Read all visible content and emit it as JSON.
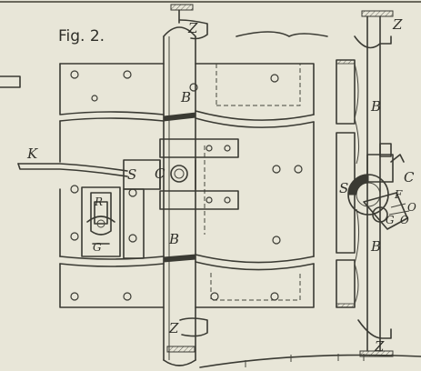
{
  "figure": {
    "caption": "Fig. 2."
  },
  "labels": {
    "z": "Z",
    "b": "B",
    "k": "K",
    "s": "S",
    "c": "C",
    "r": "R",
    "f": "F",
    "g": "G",
    "o": "O"
  }
}
